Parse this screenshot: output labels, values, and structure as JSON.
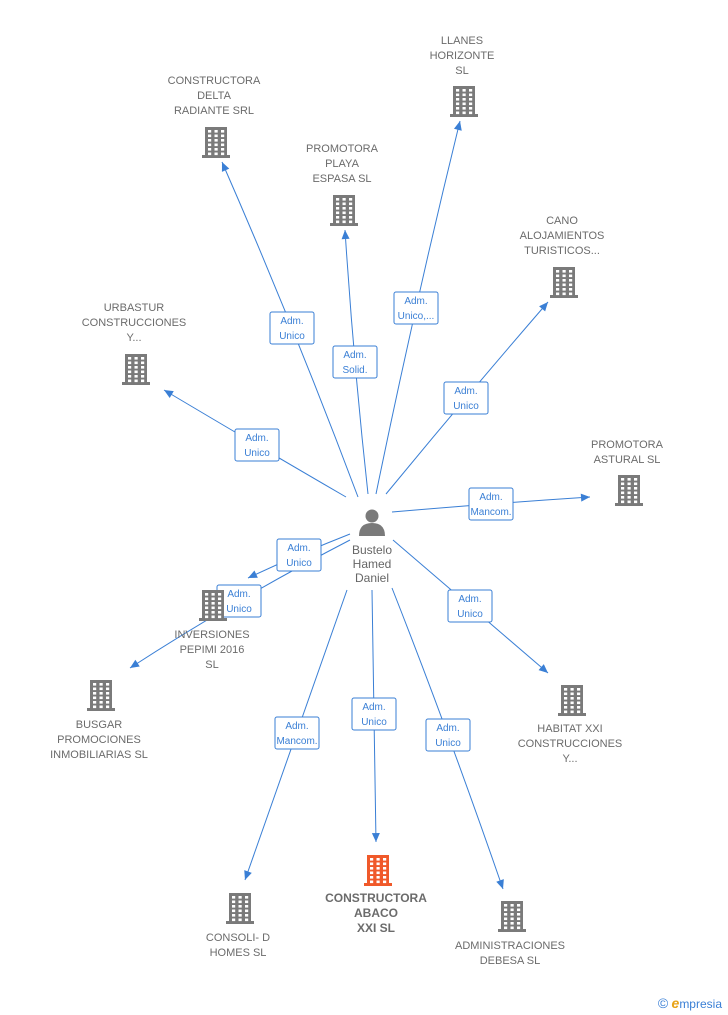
{
  "center": {
    "name_lines": [
      "Bustelo",
      "Hamed",
      "Daniel"
    ],
    "icon": "person-icon"
  },
  "nodes": [
    {
      "id": "constructora-delta",
      "label_lines": [
        "CONSTRUCTORA",
        "DELTA",
        "RADIANTE SRL"
      ],
      "relation": [
        "Adm.",
        "Unico"
      ],
      "highlight": false,
      "icon": "building-icon"
    },
    {
      "id": "promotora-playa",
      "label_lines": [
        "PROMOTORA",
        "PLAYA",
        "ESPASA SL"
      ],
      "relation": [
        "Adm.",
        "Solid."
      ],
      "highlight": false,
      "icon": "building-icon"
    },
    {
      "id": "llanes-horizonte",
      "label_lines": [
        "LLANES",
        "HORIZONTE",
        "SL"
      ],
      "relation": [
        "Adm.",
        "Unico,..."
      ],
      "highlight": false,
      "icon": "building-icon"
    },
    {
      "id": "cano-alojamientos",
      "label_lines": [
        "CANO",
        "ALOJAMIENTOS",
        "TURISTICOS..."
      ],
      "relation": [
        "Adm.",
        "Unico"
      ],
      "highlight": false,
      "icon": "building-icon"
    },
    {
      "id": "urbastur",
      "label_lines": [
        "URBASTUR",
        "CONSTRUCCIONES",
        "Y..."
      ],
      "relation": [
        "Adm.",
        "Unico"
      ],
      "highlight": false,
      "icon": "building-icon"
    },
    {
      "id": "promotora-astural",
      "label_lines": [
        "PROMOTORA",
        "ASTURAL SL"
      ],
      "relation": [
        "Adm.",
        "Mancom."
      ],
      "highlight": false,
      "icon": "building-icon"
    },
    {
      "id": "inversiones-pepimi",
      "label_lines": [
        "INVERSIONES",
        "PEPIMI 2016",
        "SL"
      ],
      "relation": [
        "Adm.",
        "Unico"
      ],
      "highlight": false,
      "icon": "building-icon"
    },
    {
      "id": "busgar",
      "label_lines": [
        "BUSGAR",
        "PROMOCIONES",
        "INMOBILIARIAS SL"
      ],
      "relation": [
        "Adm.",
        "Unico"
      ],
      "highlight": false,
      "icon": "building-icon"
    },
    {
      "id": "habitat-xxi",
      "label_lines": [
        "HABITAT XXI",
        "CONSTRUCCIONES",
        "Y..."
      ],
      "relation": [
        "Adm.",
        "Unico"
      ],
      "highlight": false,
      "icon": "building-icon"
    },
    {
      "id": "consoli-d",
      "label_lines": [
        "CONSOLI- D",
        "HOMES SL"
      ],
      "relation": [
        "Adm.",
        "Mancom."
      ],
      "highlight": false,
      "icon": "building-icon"
    },
    {
      "id": "constructora-abaco",
      "label_lines": [
        "CONSTRUCTORA",
        "ABACO",
        "XXI SL"
      ],
      "relation": [
        "Adm.",
        "Unico"
      ],
      "highlight": true,
      "icon": "building-icon"
    },
    {
      "id": "administraciones-debesa",
      "label_lines": [
        "ADMINISTRACIONES",
        "DEBESA SL"
      ],
      "relation": [
        "Adm.",
        "Unico"
      ],
      "highlight": false,
      "icon": "building-icon"
    }
  ],
  "colors": {
    "edge": "#3a7fd5",
    "building": "#7a7a7a",
    "highlight": "#f0592a",
    "person": "#7a7a7a"
  },
  "footer": {
    "copyright": "©",
    "brand_e": "e",
    "brand_rest": "mpresia"
  }
}
